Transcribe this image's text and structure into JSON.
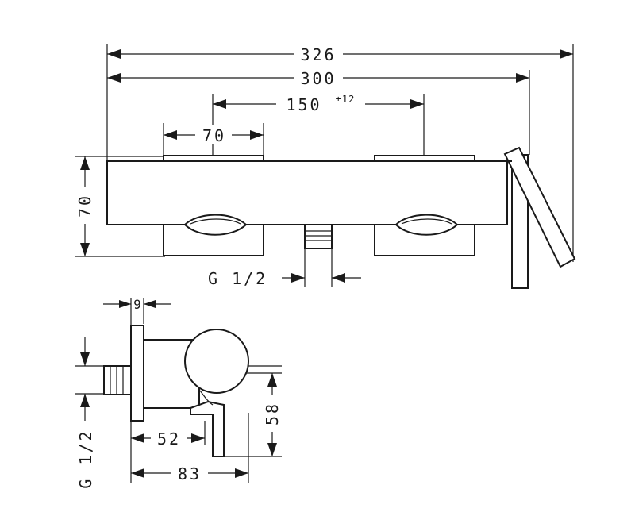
{
  "front_view": {
    "overall_width": "326",
    "body_width": "300",
    "center_distance": "150",
    "center_tolerance": "±12",
    "rosette_width": "70",
    "body_height": "70",
    "outlet_thread": "G 1/2"
  },
  "side_view": {
    "wall_plate_thickness": "9",
    "inlet_thread": "G 1/2",
    "body_depth": "52",
    "total_depth": "83",
    "lever_height": "58"
  }
}
